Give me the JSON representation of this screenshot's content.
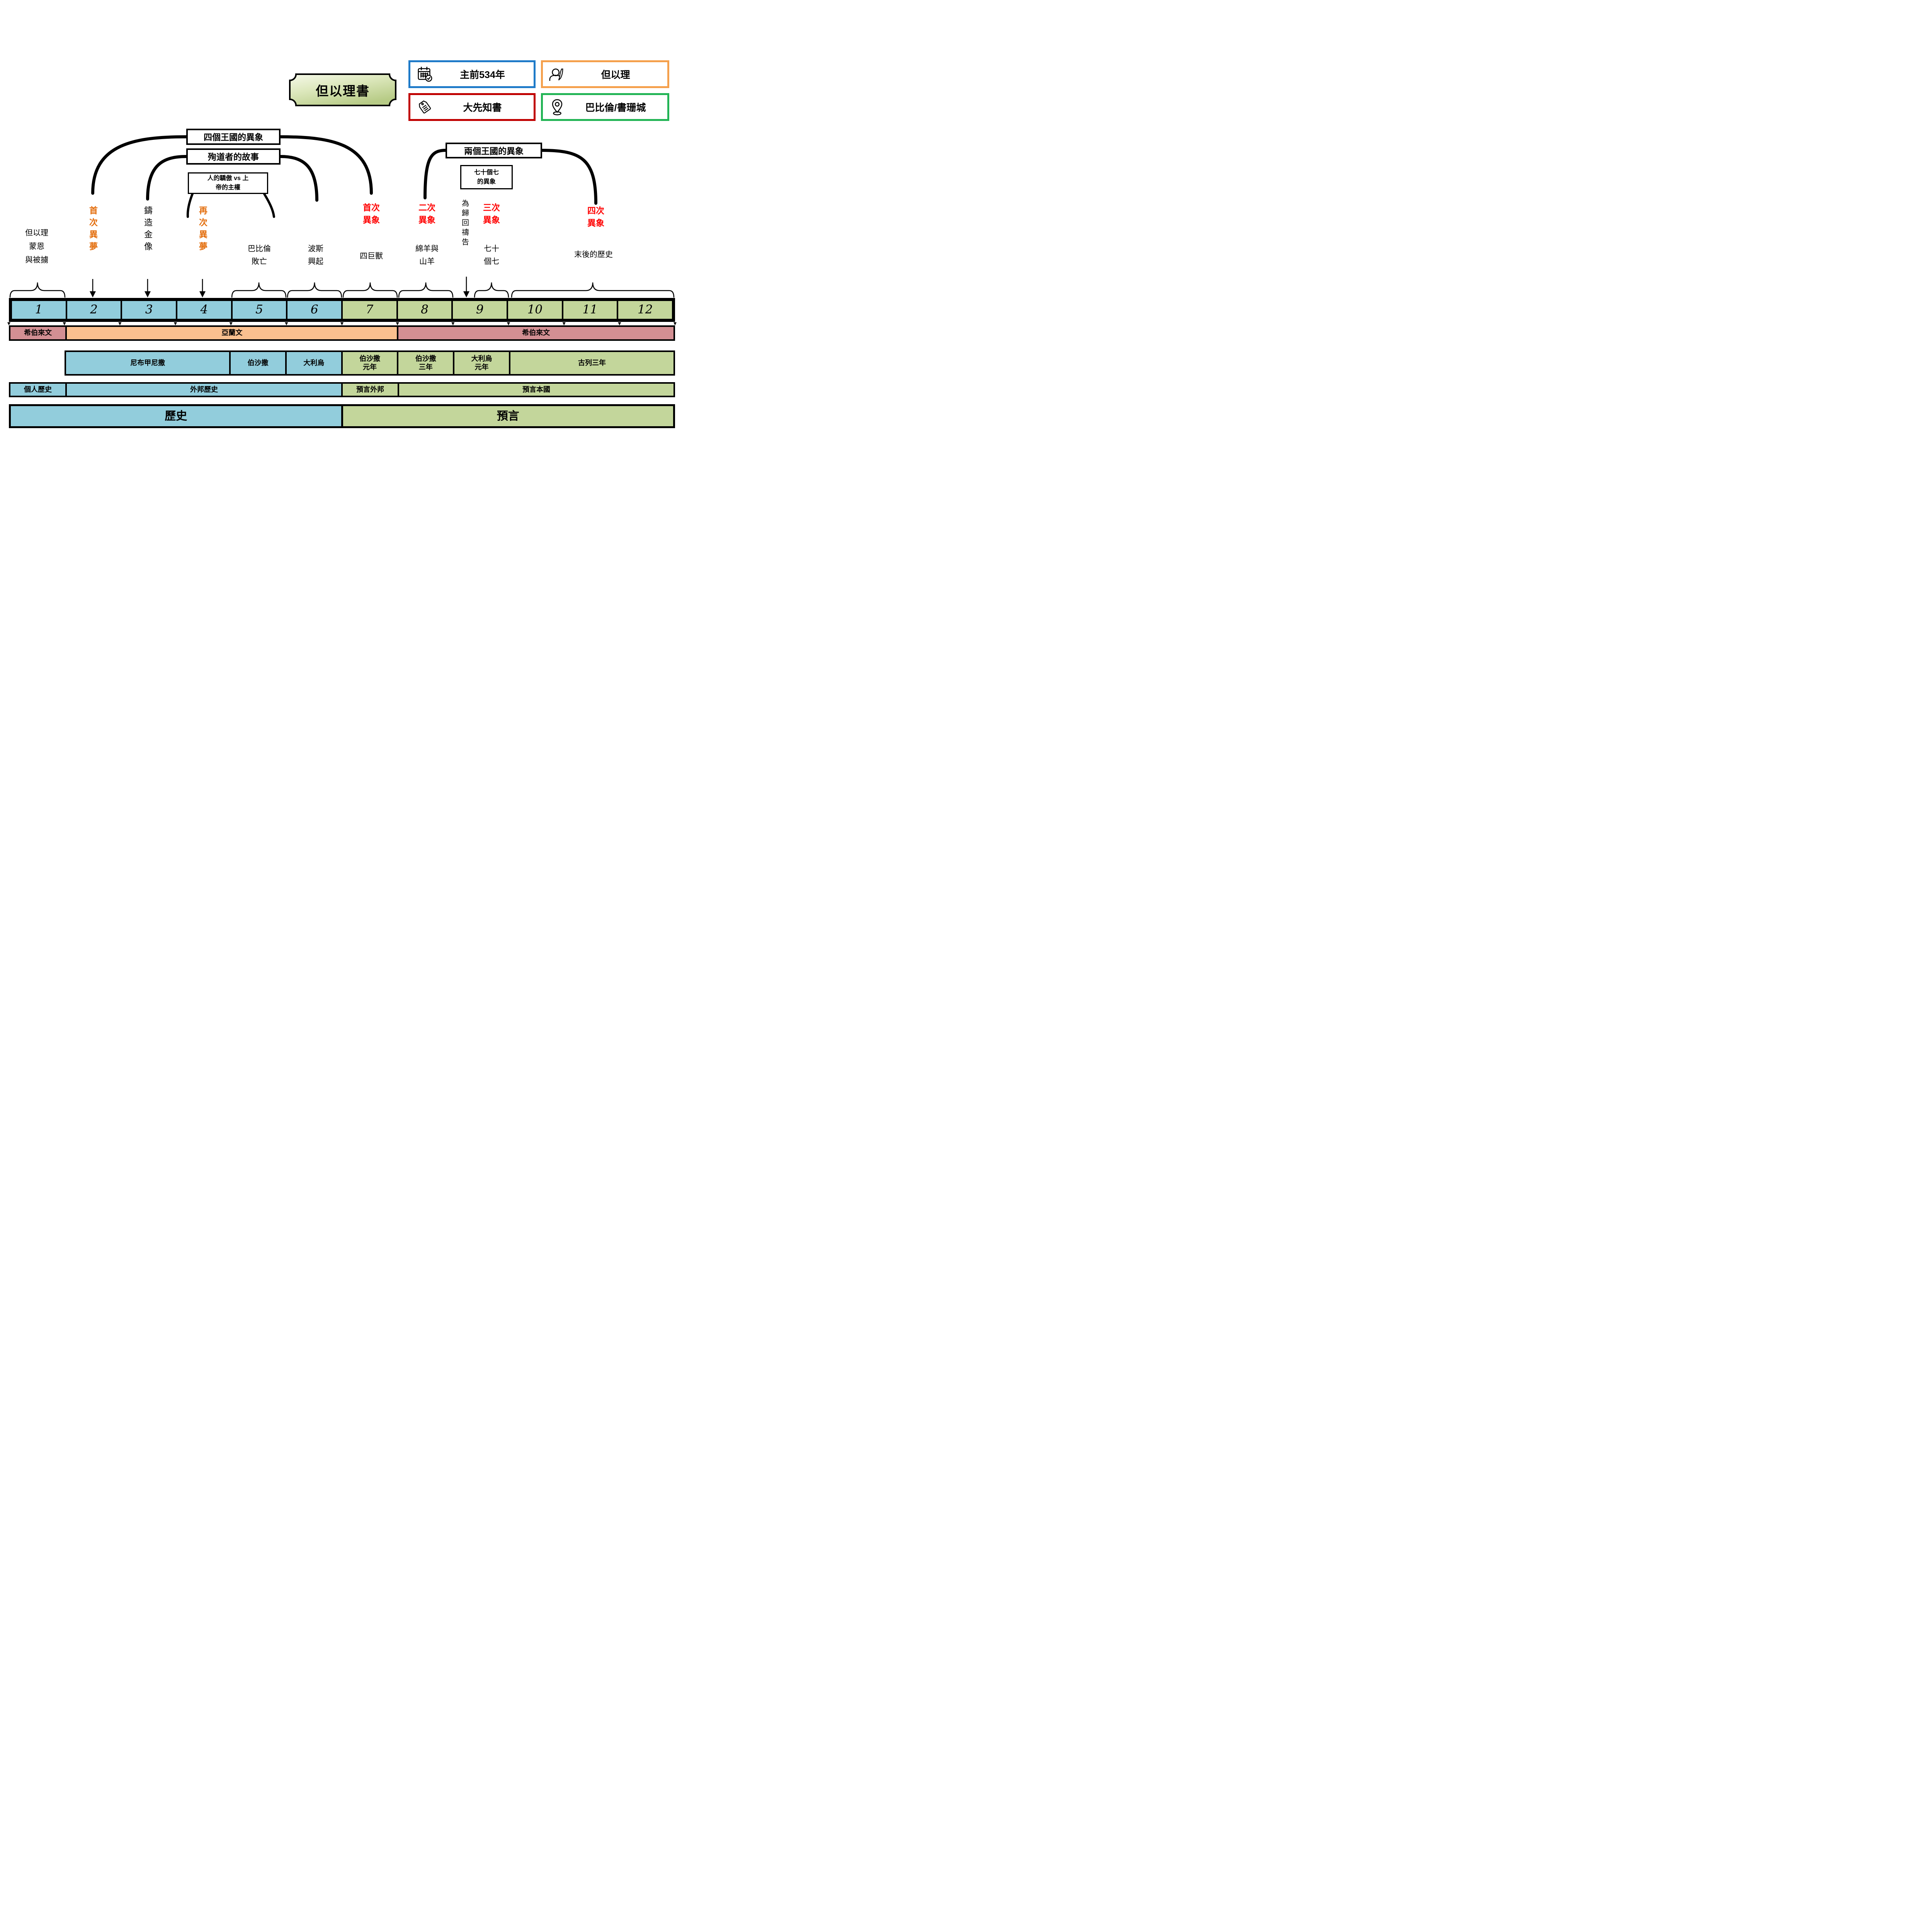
{
  "title": "但以理書",
  "palette": {
    "history_fill": "#92CDDC",
    "prophecy_fill": "#C3D69B",
    "hebrew_fill": "#D38F93",
    "aramaic_fill": "#FAC08F",
    "dream_label": "#E36C0A",
    "vision_label": "#FF0000",
    "card_date_border": "#1F7BC9",
    "card_category_border": "#C00000",
    "card_author_border": "#F5A04C",
    "card_place_border": "#22B455"
  },
  "info_cards": {
    "date": {
      "label": "主前534年",
      "icon": "calendar-check-icon"
    },
    "category": {
      "label": "大先知書",
      "icon": "tag-icon"
    },
    "author": {
      "label": "但以理",
      "icon": "author-icon"
    },
    "place": {
      "label": "巴比倫/書珊城",
      "icon": "map-pin-icon"
    }
  },
  "bracket_boxes": {
    "four_kingdoms": {
      "label": "四個王國的異象",
      "connects": "2, 7"
    },
    "martyrs": {
      "label": "殉道者的故事",
      "connects": "3, 6"
    },
    "pride": {
      "lines": [
        "人的驕傲 vs 上",
        "帝的主權"
      ],
      "connects": "4, 5"
    },
    "two_kingdoms": {
      "label": "兩個王國的異象",
      "connects": "8, 10-12"
    },
    "seventy_sevens_box": {
      "lines": [
        "七十個七",
        "的異象"
      ],
      "connects": "9"
    }
  },
  "annotations": {
    "daniel_favored": {
      "lines": [
        "但以理",
        "蒙恩",
        "與被擄"
      ],
      "chapters": "1"
    },
    "first_dream": {
      "label": "首次異夢",
      "chapters": "2"
    },
    "golden_image": {
      "label": "鑄造金像",
      "chapters": "3"
    },
    "second_dream": {
      "label": "再次異夢",
      "chapters": "4"
    },
    "babylon_falls": {
      "lines": [
        "巴比倫",
        "敗亡"
      ],
      "chapters": "5"
    },
    "persia_rises": {
      "lines": [
        "波斯",
        "興起"
      ],
      "chapters": "6"
    },
    "first_vision": {
      "lines": [
        "首次",
        "異象"
      ],
      "chapters": "7"
    },
    "four_beasts": {
      "label": "四巨獸",
      "chapters": "7"
    },
    "second_vision": {
      "lines": [
        "二次",
        "異象"
      ],
      "chapters": "8"
    },
    "ram_and_goat": {
      "lines": [
        "綿羊與",
        "山羊"
      ],
      "chapters": "8"
    },
    "prayer_for_return": {
      "label": "為歸回禱告",
      "chapters": "9"
    },
    "third_vision": {
      "lines": [
        "三次",
        "異象"
      ],
      "chapters": "9"
    },
    "seventy_sevens": {
      "lines": [
        "七十",
        "個七"
      ],
      "chapters": "9"
    },
    "fourth_vision": {
      "lines": [
        "四次",
        "異象"
      ],
      "chapters": "10-12"
    },
    "end_times_history": {
      "label": "末後的歷史",
      "chapters": "10-12"
    }
  },
  "timeline": {
    "chapters": [
      "1",
      "2",
      "3",
      "4",
      "5",
      "6",
      "7",
      "8",
      "9",
      "10",
      "11",
      "12"
    ]
  },
  "rows": {
    "language": [
      {
        "label": "希伯來文",
        "chapters": "1"
      },
      {
        "label": "亞蘭文",
        "chapters": "2-7"
      },
      {
        "label": "希伯來文",
        "chapters": "8-12"
      }
    ],
    "kings": [
      {
        "label": "尼布甲尼撒",
        "chapters": "2-4"
      },
      {
        "label": "伯沙撒",
        "chapters": "5"
      },
      {
        "label": "大利烏",
        "chapters": "6"
      },
      {
        "lines": [
          "伯沙撒",
          "元年"
        ],
        "chapters": "7"
      },
      {
        "lines": [
          "伯沙撒",
          "三年"
        ],
        "chapters": "8"
      },
      {
        "lines": [
          "大利烏",
          "元年"
        ],
        "chapters": "9"
      },
      {
        "label": "古列三年",
        "chapters": "10-12"
      }
    ],
    "audience": [
      {
        "label": "個人歷史",
        "chapters": "1"
      },
      {
        "label": "外邦歷史",
        "chapters": "2-6"
      },
      {
        "label": "預言外邦",
        "chapters": "7"
      },
      {
        "label": "預言本國",
        "chapters": "8-12"
      }
    ],
    "genre": [
      {
        "label": "歷史",
        "chapters": "1-6"
      },
      {
        "label": "預言",
        "chapters": "7-12"
      }
    ]
  }
}
